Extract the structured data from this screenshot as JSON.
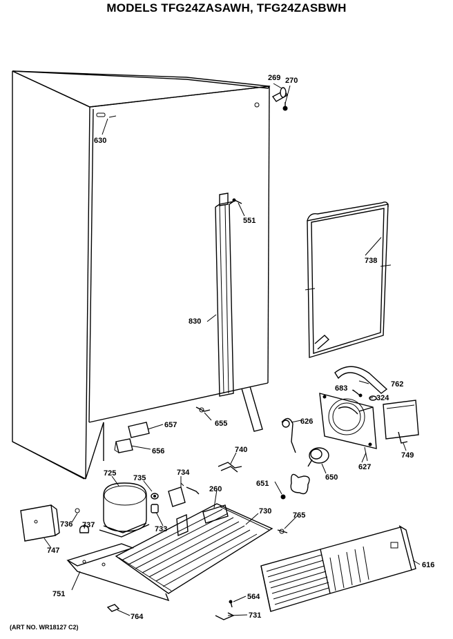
{
  "title": "MODELS TFG24ZASAWH, TFG24ZASBWH",
  "art_number": "(ART NO. WR18127 C2)",
  "callouts": {
    "c269": "269",
    "c270": "270",
    "c630": "630",
    "c551": "551",
    "c738": "738",
    "c830": "830",
    "c762": "762",
    "c683": "683",
    "c324": "324",
    "c626": "626",
    "c657": "657",
    "c655": "655",
    "c656": "656",
    "c749": "749",
    "c627": "627",
    "c740": "740",
    "c650": "650",
    "c725": "725",
    "c735": "735",
    "c734": "734",
    "c651": "651",
    "c260": "260",
    "c730": "730",
    "c765": "765",
    "c736": "736",
    "c737": "737",
    "c733": "733",
    "c747": "747",
    "c616": "616",
    "c751": "751",
    "c564": "564",
    "c731": "731",
    "c764": "764"
  }
}
